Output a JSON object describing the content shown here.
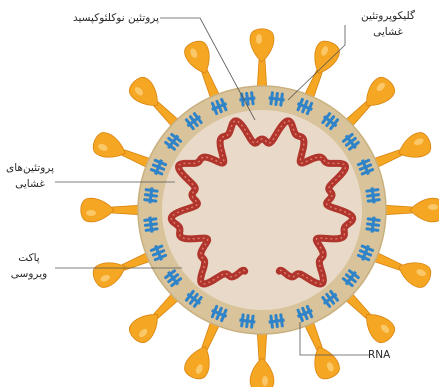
{
  "labels": {
    "nucleoprotein": "پروتئین نوکلئوکپسید",
    "glycoprotein_line1": "گلیکوپروتئین",
    "glycoprotein_line2": "غشایی",
    "membrane_line1": "پروتئین‌های",
    "membrane_line2": "غشایی",
    "envelope_line1": "پاکت",
    "envelope_line2": "ویروسی",
    "rna": "RNA"
  },
  "colors": {
    "spike": "#f5a623",
    "spike_shade": "#d98410",
    "envelope": "#d8c39a",
    "core": "#e9d9c8",
    "rna_strand": "#b0352c",
    "membrane_protein": "#2f83c8",
    "leader_line": "#555555"
  }
}
